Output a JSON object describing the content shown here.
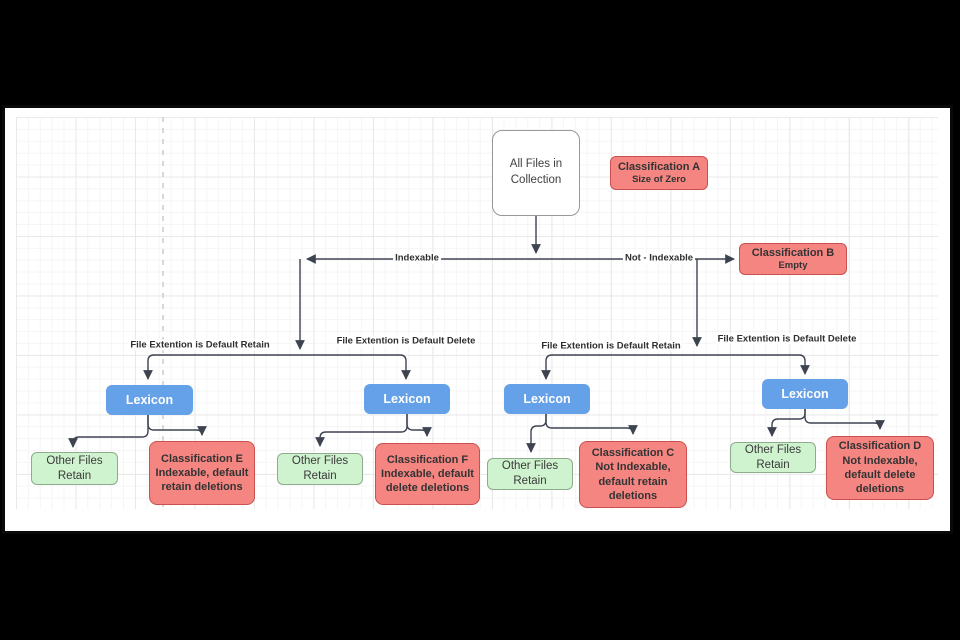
{
  "palette": {
    "frame": "#000000",
    "canvas": "#ffffff",
    "grid_minor": "#f5f5f5",
    "grid_major": "#e9e9e9",
    "page_break_dash": "#d8d8d8",
    "red_fill": "#f48581",
    "red_border": "#c9504e",
    "green_fill": "#cff2cf",
    "green_border": "#8cac8c",
    "blue_fill": "#65a1e8",
    "connector_line": "#3d4450",
    "text_dark": "#333333",
    "text_light": "#ffffff"
  },
  "nodes": {
    "all_files": {
      "label": "All Files in Collection"
    },
    "classification_a": {
      "title": "Classification A",
      "subtitle": "Size of Zero"
    },
    "classification_b": {
      "title": "Classification B",
      "subtitle": "Empty"
    },
    "classification_c": {
      "title": "Classification C",
      "subtitle": "Not Indexable, default retain deletions"
    },
    "classification_d": {
      "title": "Classification D",
      "subtitle": "Not Indexable, default delete deletions"
    },
    "classification_e": {
      "title": "Classification E",
      "subtitle": "Indexable, default retain deletions"
    },
    "classification_f": {
      "title": "Classification F",
      "subtitle": "Indexable, default delete deletions"
    },
    "lexicons": [
      {
        "label": "Lexicon"
      },
      {
        "label": "Lexicon"
      },
      {
        "label": "Lexicon"
      },
      {
        "label": "Lexicon"
      }
    ],
    "other_files": [
      {
        "label": "Other Files Retain"
      },
      {
        "label": "Other Files Retain"
      },
      {
        "label": "Other Files Retain"
      },
      {
        "label": "Other Files Retain"
      }
    ]
  },
  "edge_labels": {
    "indexable": "Indexable",
    "not_indexable": "Not - Indexable",
    "left_retain": "File Extention is Default Retain",
    "left_delete": "File Extention is Default Delete",
    "right_retain": "File Extention is Default Retain",
    "right_delete": "File Extention is Default Delete"
  }
}
